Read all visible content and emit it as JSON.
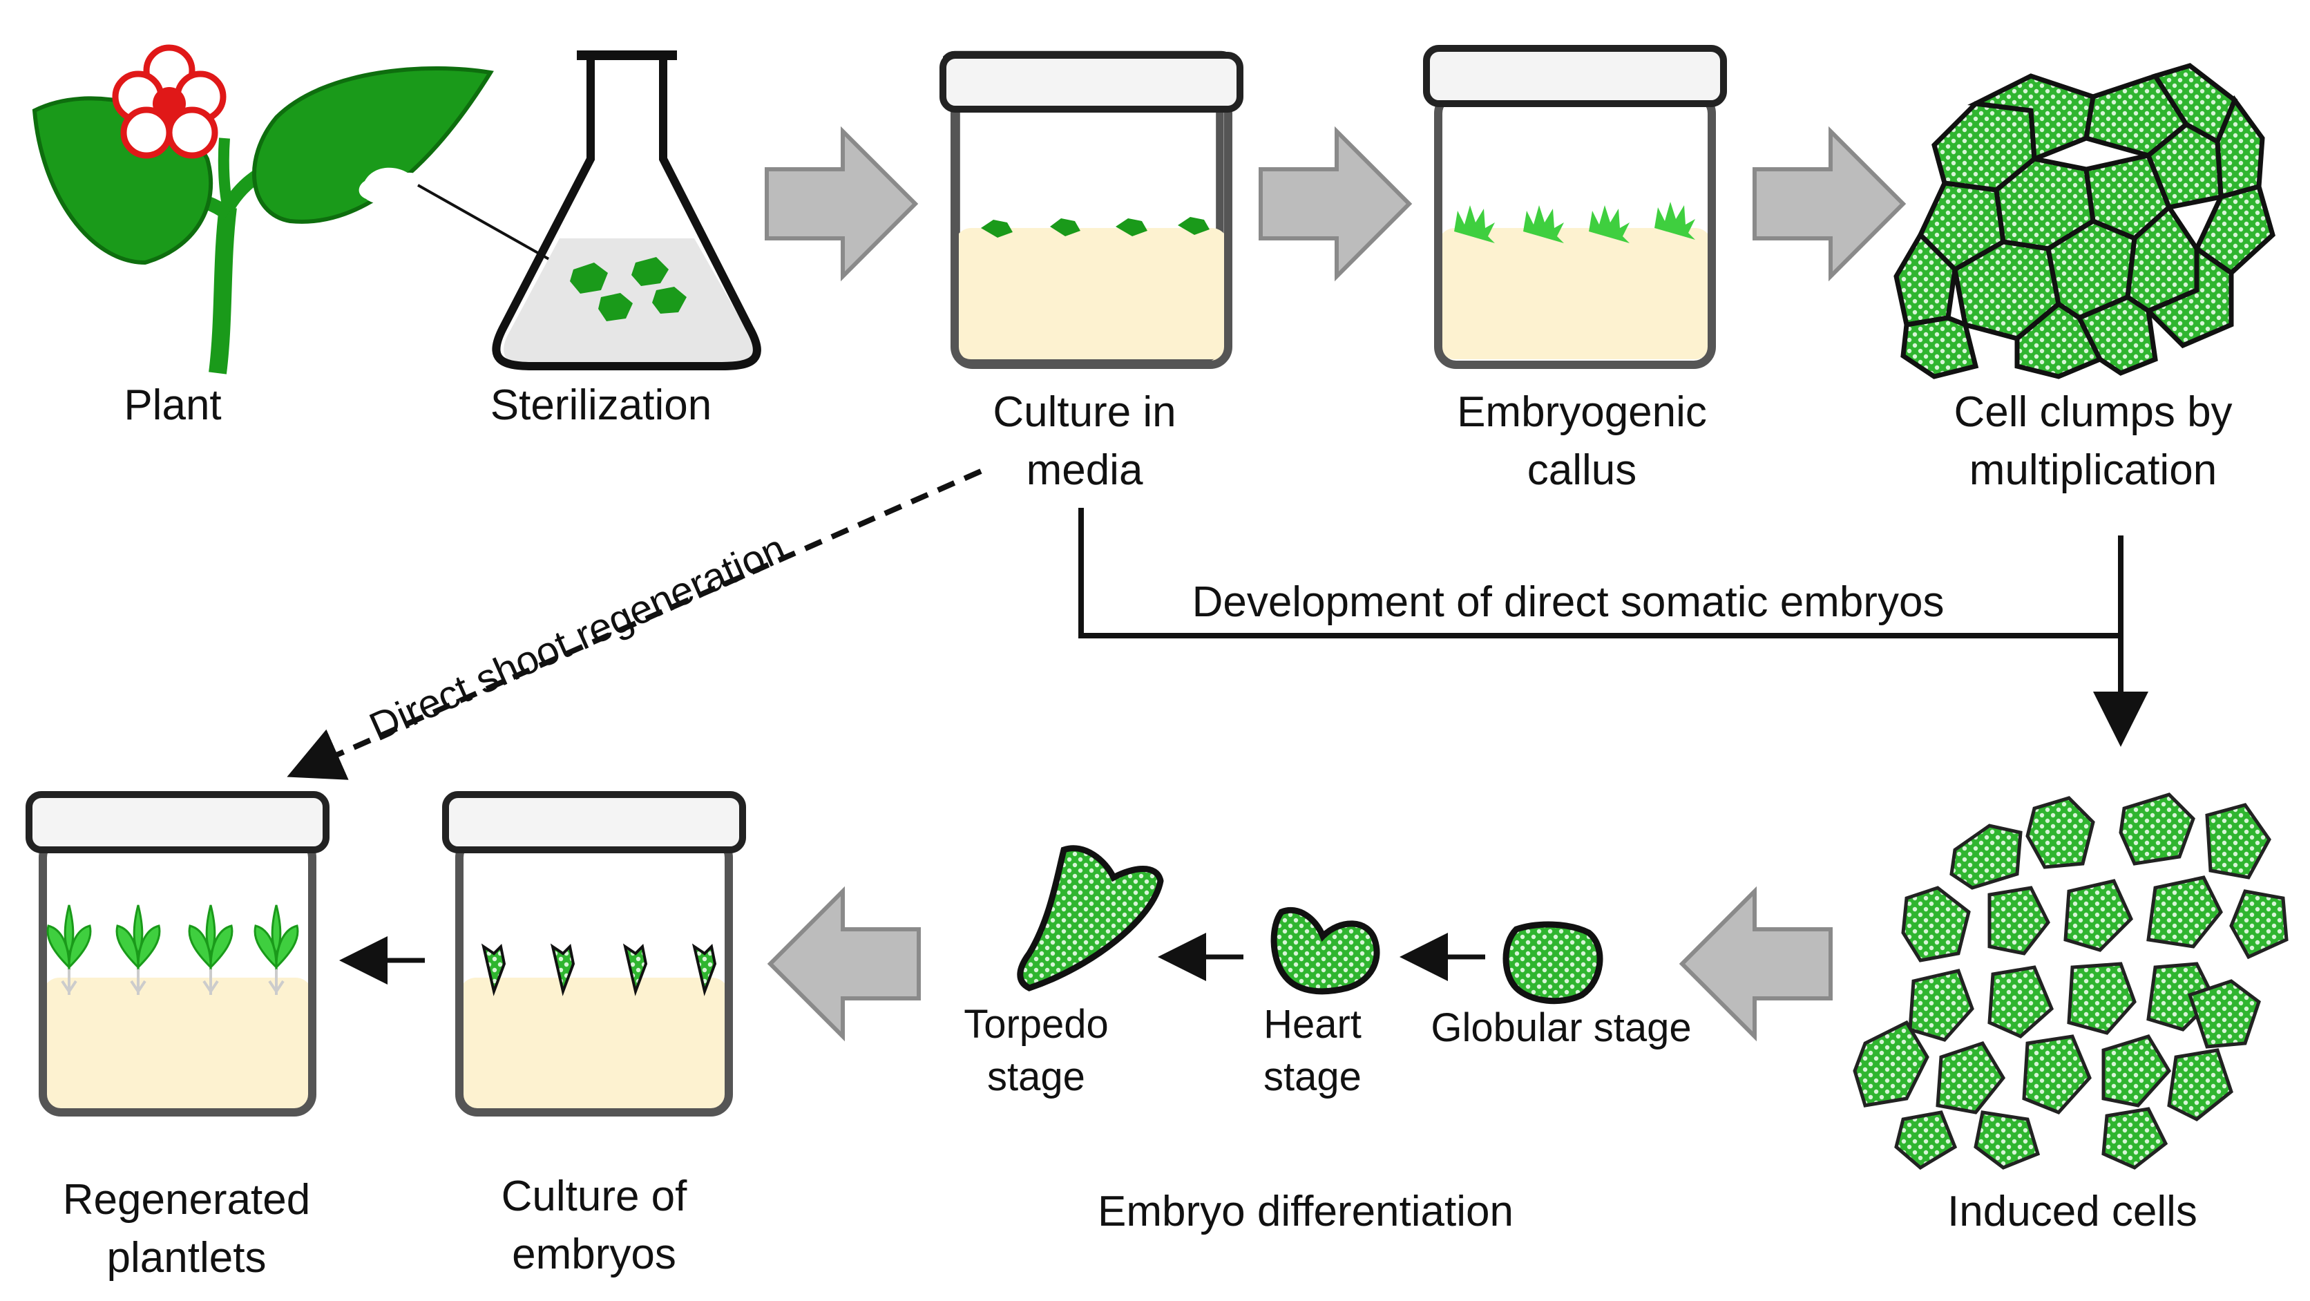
{
  "colors": {
    "leaf": "#1a9a1a",
    "leaf_dark": "#0e6e0e",
    "flower": "#e01818",
    "callus": "#3fcf3f",
    "media": "#fdf2d0",
    "outline": "#444444",
    "lid": "#f4f4f4",
    "arrow_fill": "#bcbcbc",
    "arrow_stroke": "#8a8a8a",
    "cell_fill": "#2fb52f",
    "cell_dot": "#d8f5d8",
    "line": "#111111"
  },
  "steps": {
    "plant": "Plant",
    "sterilization": "Sterilization",
    "culture_media_1": "Culture in",
    "culture_media_2": "media",
    "callus_1": "Embryogenic",
    "callus_2": "callus",
    "clumps_1": "Cell clumps by",
    "clumps_2": "multiplication",
    "induced": "Induced cells",
    "globular": "Globular stage",
    "heart_1": "Heart",
    "heart_2": "stage",
    "torpedo_1": "Torpedo",
    "torpedo_2": "stage",
    "culture_embryos_1": "Culture of",
    "culture_embryos_2": "embryos",
    "plantlets_1": "Regenerated",
    "plantlets_2": "plantlets",
    "embryo_diff": "Embryo differentiation"
  },
  "paths": {
    "direct_somatic": "Development of direct somatic embryos",
    "direct_shoot": "Direct shoot regeneration"
  }
}
